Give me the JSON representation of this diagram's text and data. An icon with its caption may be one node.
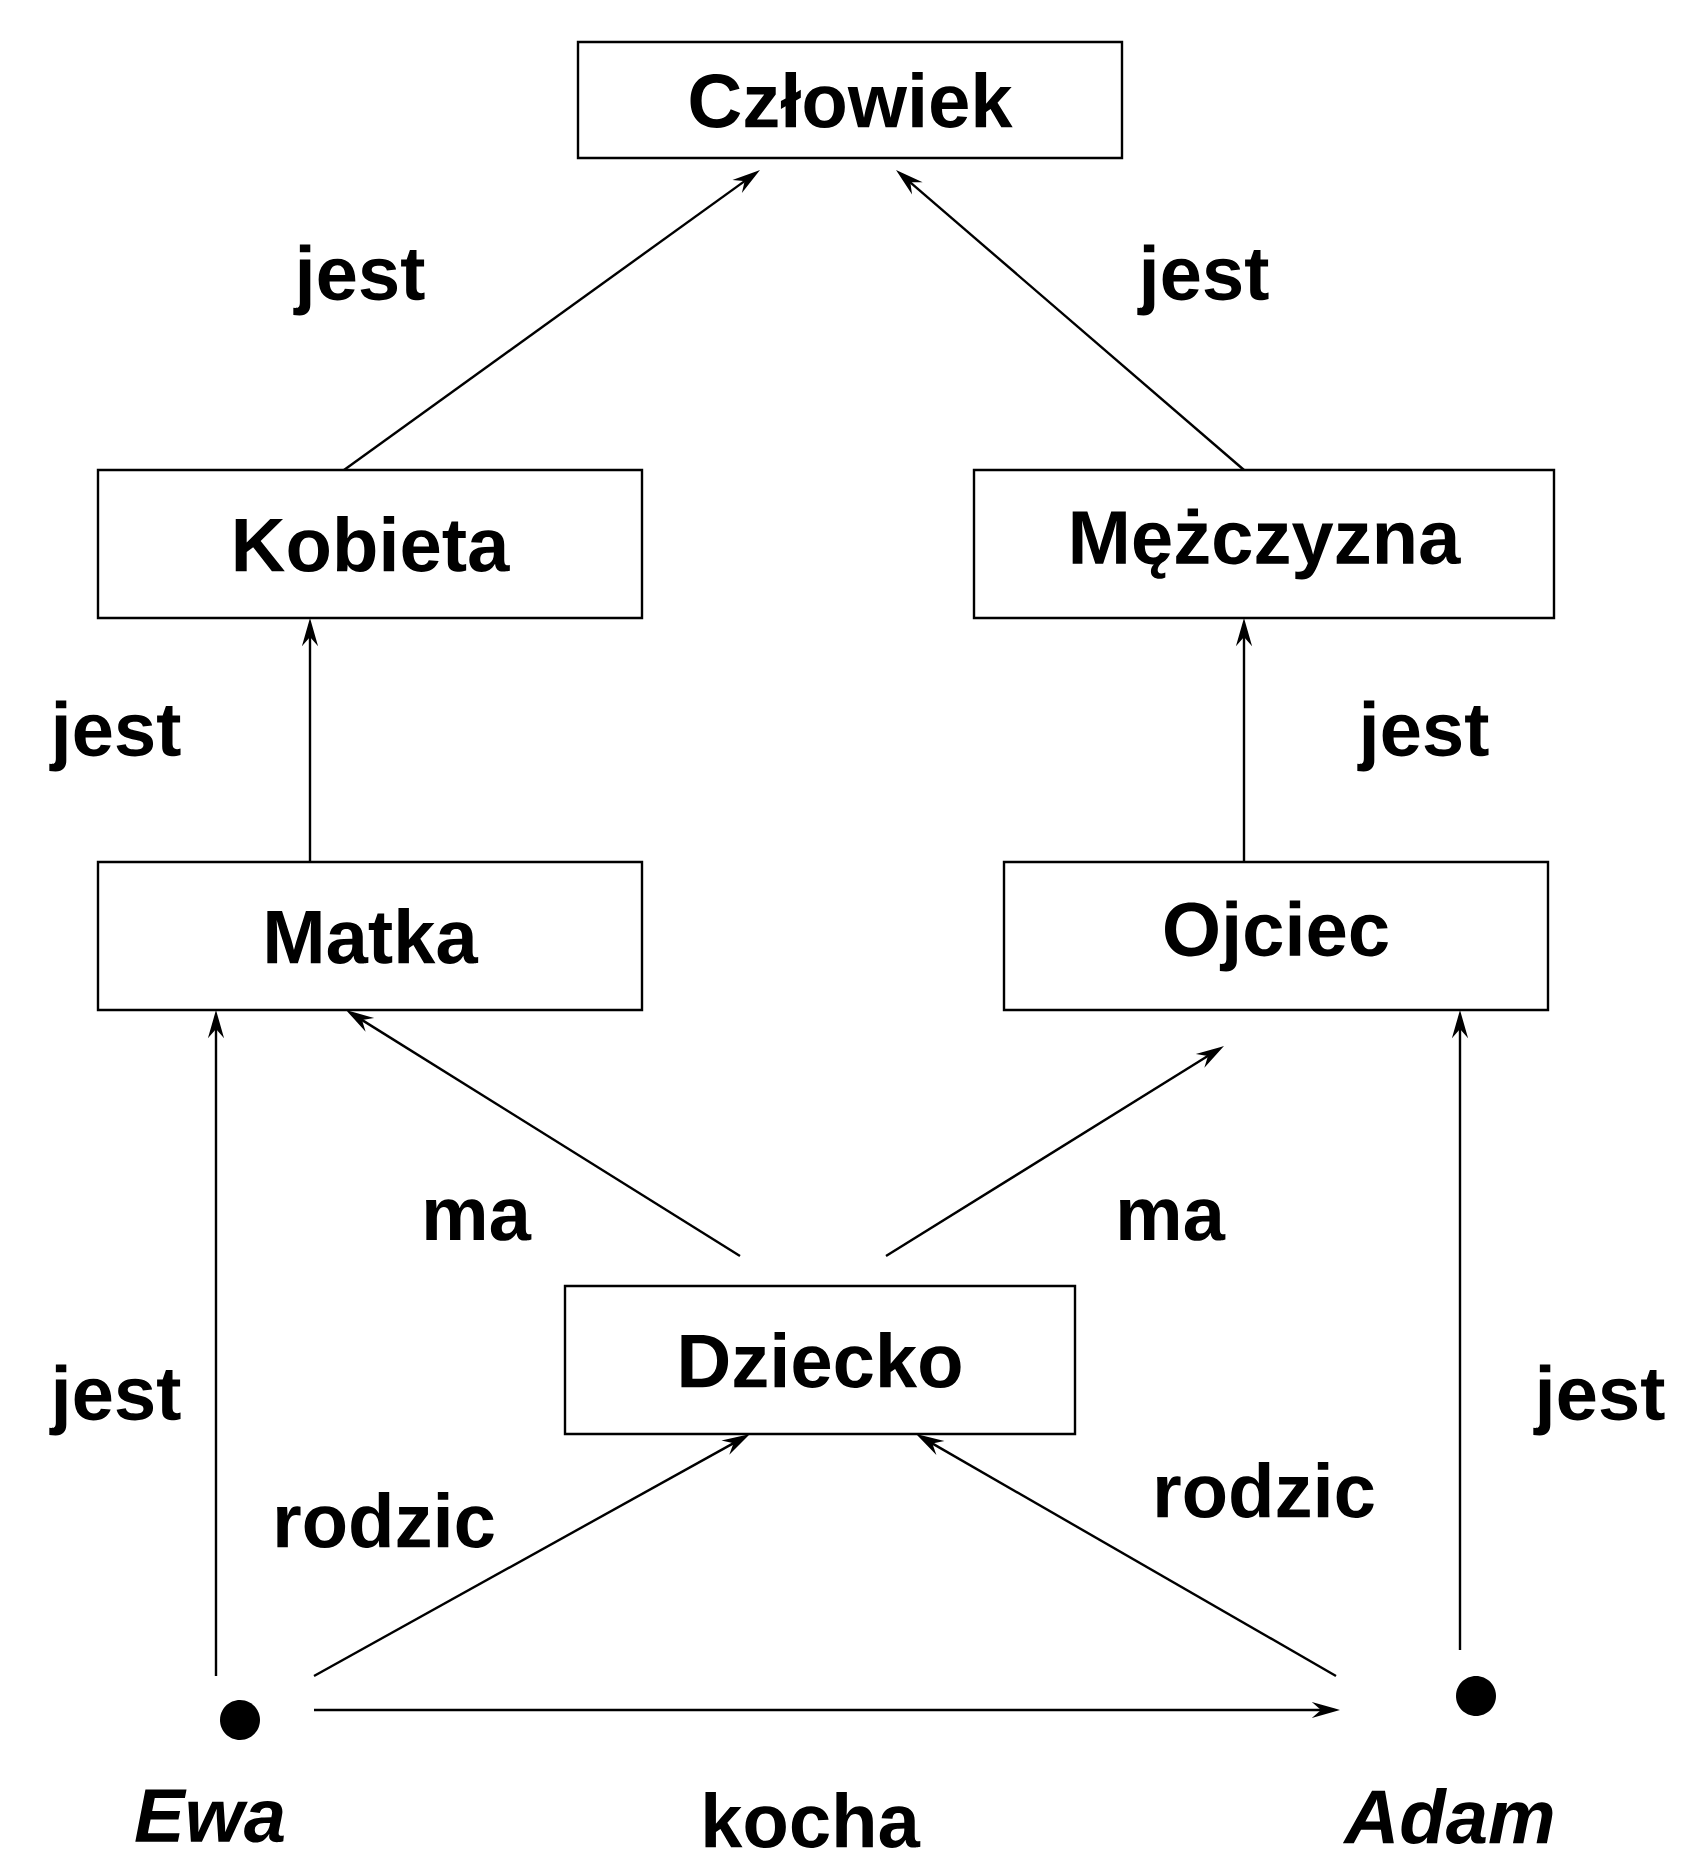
{
  "diagram": {
    "nodes": [
      {
        "text": [
          "Człowiek"
        ]
      },
      {
        "text": [
          "Kobieta"
        ]
      },
      {
        "text": [
          "Mężczyzna"
        ]
      },
      {
        "text": [
          "Matka"
        ]
      },
      {
        "text": [
          "Ojciec"
        ]
      },
      {
        "text": [
          "Dziecko"
        ]
      },
      {
        "text": [],
        "shape": "circle",
        "beside": [
          "Ewa"
        ]
      },
      {
        "text": [],
        "shape": "circle",
        "beside": [
          "Adam"
        ]
      }
    ],
    "edges": [
      {
        "from": 1,
        "to": 0,
        "arrow": "to",
        "label": "jest"
      },
      {
        "from": 2,
        "to": 0,
        "arrow": "to",
        "label": "jest"
      },
      {
        "from": 3,
        "to": 1,
        "arrow": "to",
        "label": "jest"
      },
      {
        "from": 4,
        "to": 2,
        "arrow": "to",
        "label": "jest"
      },
      {
        "from": 5,
        "to": 3,
        "arrow": "to",
        "label": "ma"
      },
      {
        "from": 5,
        "to": 4,
        "arrow": "to",
        "label": "ma"
      },
      {
        "from": 6,
        "to": 3,
        "arrow": "to",
        "label": "jest"
      },
      {
        "from": 7,
        "to": 4,
        "arrow": "to",
        "label": "jest"
      },
      {
        "from": 6,
        "to": 5,
        "arrow": "to",
        "label": "rodzic"
      },
      {
        "from": 7,
        "to": 5,
        "arrow": "to",
        "label": "rodzic"
      },
      {
        "from": 6,
        "to": 7,
        "arrow": "to",
        "label": "kocha"
      }
    ]
  }
}
